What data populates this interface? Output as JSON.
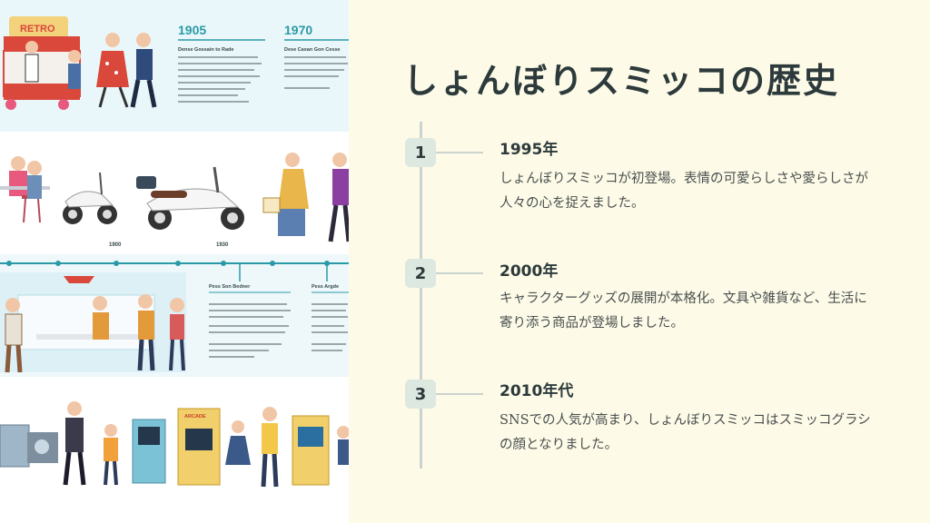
{
  "title": "しょんぼりスミッコの歴史",
  "timeline": [
    {
      "num": "1",
      "year": "1995年",
      "desc": "しょんぼりスミッコが初登場。表情の可愛らしさや愛らしさが人々の心を捉えました。"
    },
    {
      "num": "2",
      "year": "2000年",
      "desc": "キャラクターグッズの展開が本格化。文具や雑貨など、生活に寄り添う商品が登場しました。"
    },
    {
      "num": "3",
      "year": "2010年代",
      "desc": "SNSでの人気が高まり、しょんぼりスミッコはスミッコグラシの顔となりました。"
    }
  ],
  "illustration": {
    "years_top": [
      "1905",
      "1970"
    ],
    "years_mid": [
      "1900",
      "1930"
    ],
    "retro_sign": "RETRO",
    "top_headings": [
      "Dense Gossain to Rade",
      "Dese Caxan Gon Cesse"
    ],
    "mid_headings": [
      "Pess Son Bedner",
      "Pess Argde"
    ],
    "arcade_sign": "ARCADE",
    "colors": {
      "teal": "#2a9aa6",
      "background": "#fdfbe7",
      "title": "#2d3a3c"
    }
  }
}
